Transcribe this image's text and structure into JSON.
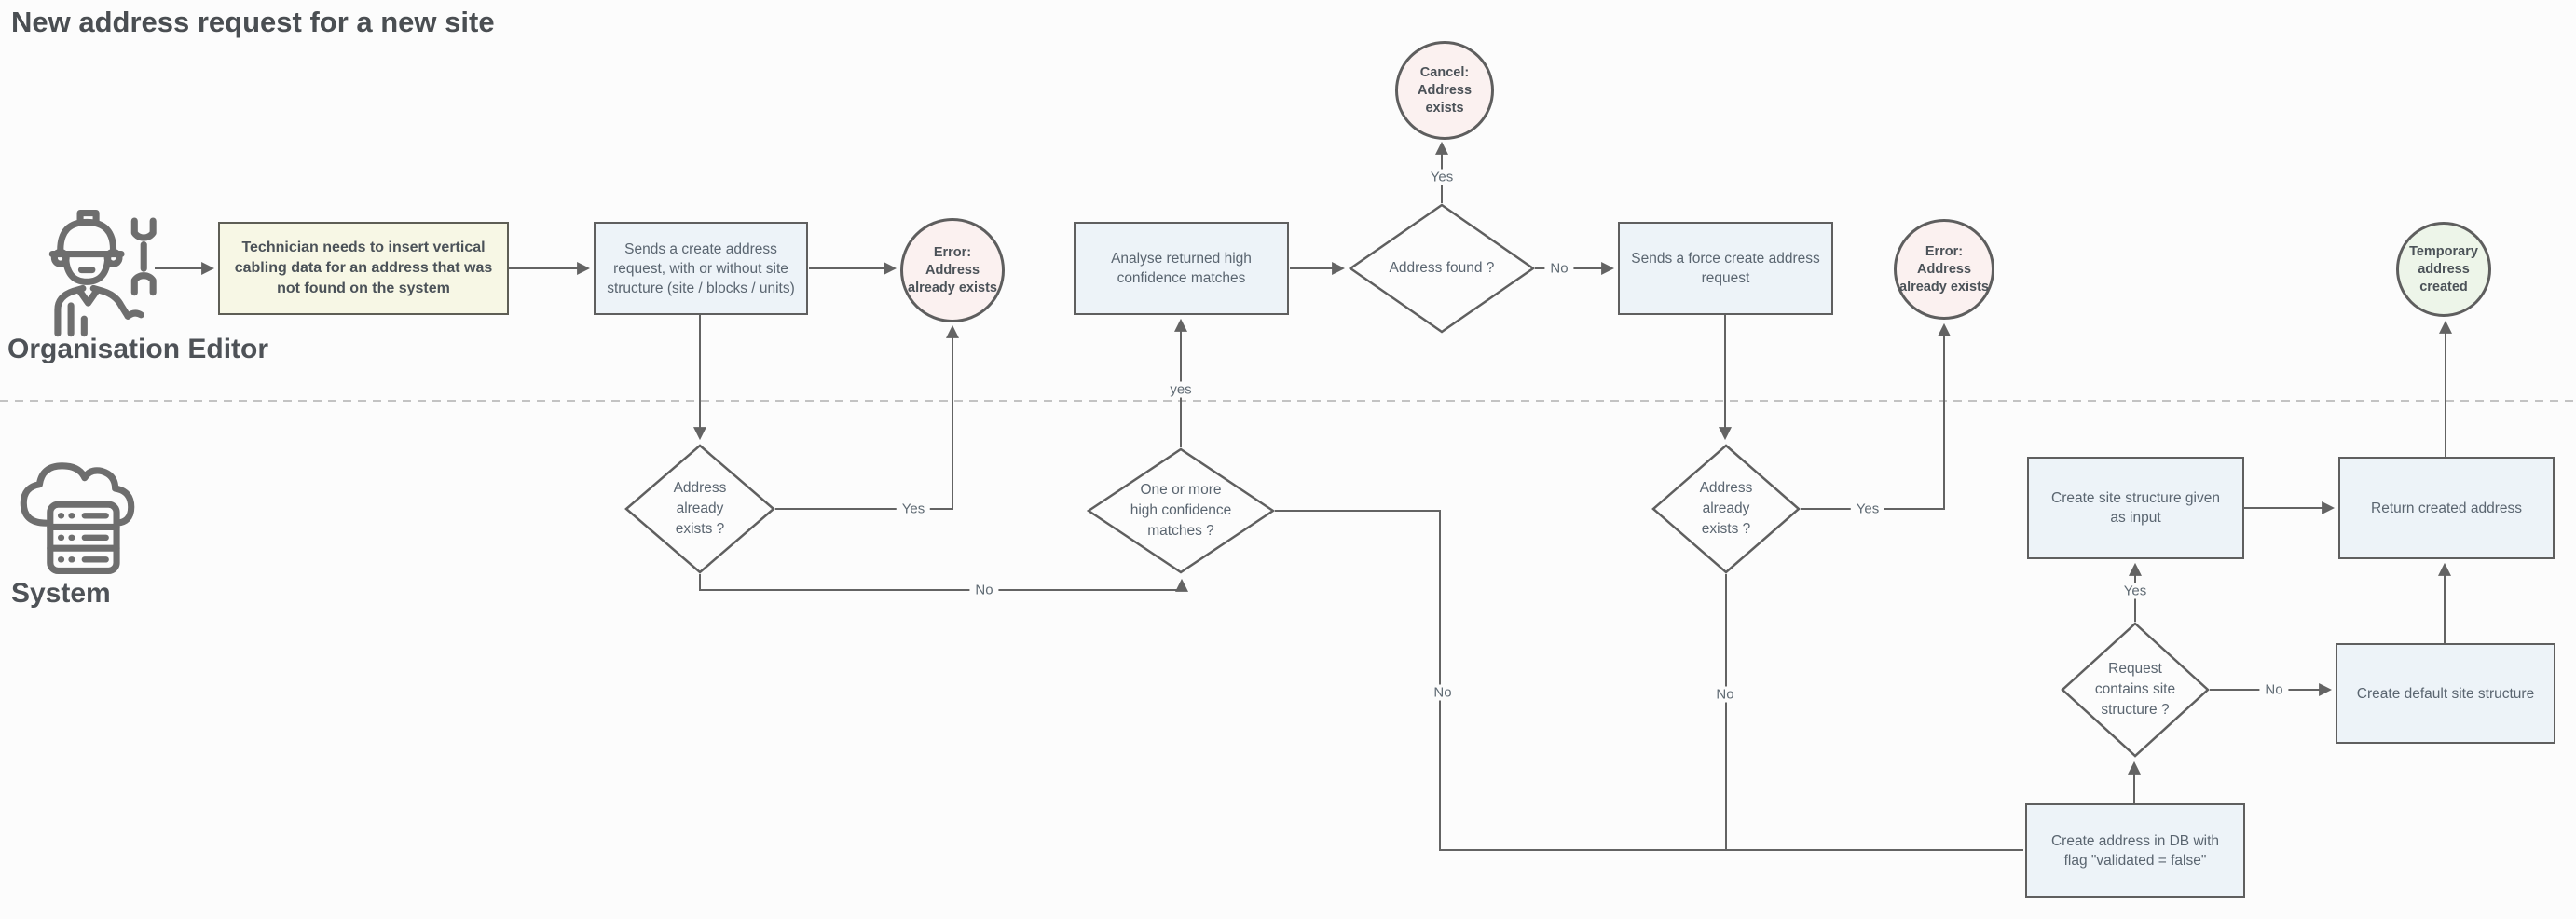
{
  "title": "New address request for a new site",
  "lanes": {
    "editor": "Organisation Editor",
    "system": "System"
  },
  "icons": {
    "editor": "technician-hardhat-wrench-icon",
    "system": "cloud-server-icon"
  },
  "nodes": {
    "start": "Technician needs to insert vertical cabling data for an address that was not found on the system",
    "send_create": "Sends a create address request, with or without site structure (site / blocks / units)",
    "error1": "Error:\nAddress\nalready exists",
    "analyse": "Analyse returned high confidence matches",
    "address_found": "Address found ?",
    "cancel": "Cancel:\nAddress exists",
    "force_create": "Sends a force create address request",
    "error2": "Error:\nAddress\nalready exists",
    "temp_created": "Temporary\naddress\ncreated",
    "exists1": "Address\nalready\nexists ?",
    "matches": "One or more\nhigh confidence\nmatches ?",
    "exists2": "Address\nalready\nexists ?",
    "site_structure": "Create site structure given\nas input",
    "return_address": "Return created address",
    "request_structure": "Request\ncontains site\nstructure ?",
    "default_structure": "Create default site structure",
    "create_db": "Create address in DB with\nflag \"validated = false\""
  },
  "edge_labels": {
    "exists1_yes": "Yes",
    "exists1_no": "No",
    "matches_yes": "yes",
    "matches_no": "No",
    "found_yes": "Yes",
    "found_no": "No",
    "exists2_yes": "Yes",
    "exists2_no": "No",
    "request_yes": "Yes",
    "request_no": "No"
  },
  "colors": {
    "background": "#fcfcfc",
    "line": "#636363",
    "box_fill": "#edf3f8",
    "start_fill": "#f7f7e5",
    "error_fill": "#fbf1f0",
    "success_fill": "#edf5e9",
    "border": "#5f5f5f",
    "text": "#5a6570",
    "divider": "#c3c3c3"
  }
}
